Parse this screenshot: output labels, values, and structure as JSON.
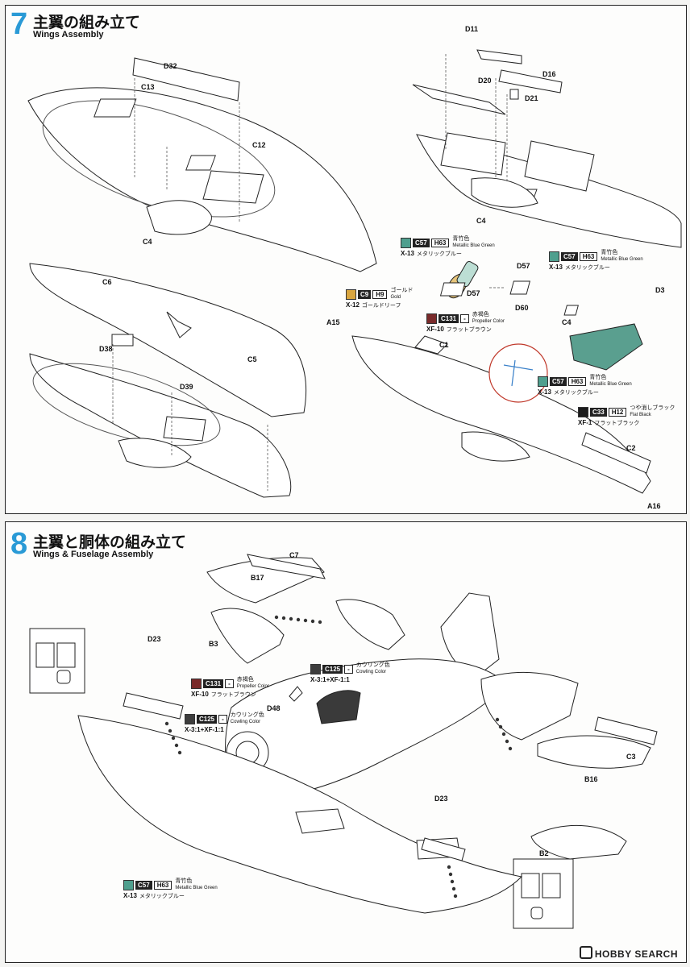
{
  "colors": {
    "accent": "#2a9ad6",
    "blue_green": "#4f9f8e",
    "gold": "#d9a640",
    "propeller": "#7a2b2b",
    "cowling": "#3d3d3d",
    "flat_black": "#1b1b1b"
  },
  "step7": {
    "number": "7",
    "title_jp": "主翼の組み立て",
    "title_en": "Wings Assembly",
    "parts": [
      "D32",
      "C13",
      "C12",
      "C4",
      "C6",
      "C5",
      "D38",
      "D39",
      "D11",
      "D20",
      "D16",
      "D21",
      "C4",
      "D57",
      "D57",
      "D60",
      "D3",
      "C4",
      "A15",
      "C1",
      "C2",
      "A16"
    ],
    "paints": [
      {
        "code": "C57",
        "code2": "H63",
        "jp": "青竹色",
        "en": "Metallic Blue Green",
        "mix": "X-13",
        "mixname": "メタリックブルー",
        "color_key": "blue_green"
      },
      {
        "code": "C57",
        "code2": "H63",
        "jp": "青竹色",
        "en": "Metallic Blue Green",
        "mix": "X-13",
        "mixname": "メタリックブルー",
        "color_key": "blue_green"
      },
      {
        "code": "C9",
        "code2": "H9",
        "jp": "ゴールド",
        "en": "Gold",
        "mix": "X-12",
        "mixname": "ゴールドリーフ",
        "color_key": "gold"
      },
      {
        "code": "C131",
        "code2": "-",
        "jp": "赤褐色",
        "en": "Propeller Color",
        "mix": "XF-10",
        "mixname": "フラットブラウン",
        "color_key": "propeller"
      },
      {
        "code": "C57",
        "code2": "H63",
        "jp": "青竹色",
        "en": "Metallic Blue Green",
        "mix": "X-13",
        "mixname": "メタリックブルー",
        "color_key": "blue_green"
      },
      {
        "code": "C33",
        "code2": "H12",
        "jp": "つや消しブラック",
        "en": "Flat Black",
        "mix": "XF-1",
        "mixname": "フラットブラック",
        "color_key": "flat_black"
      }
    ]
  },
  "step8": {
    "number": "8",
    "title_jp": "主翼と胴体の組み立て",
    "title_en": "Wings & Fuselage Assembly",
    "parts": [
      "C7",
      "B17",
      "B3",
      "D23",
      "D48",
      "C3",
      "B16",
      "D23",
      "B2"
    ],
    "paints": [
      {
        "code": "C131",
        "code2": "-",
        "jp": "赤褐色",
        "en": "Propeller Color",
        "mix": "XF-10",
        "mixname": "フラットブラウン",
        "color_key": "propeller"
      },
      {
        "code": "C125",
        "code2": "-",
        "jp": "カウリング色",
        "en": "Cowling Color",
        "mix": "X-3:1+XF-1:1",
        "mixname": "",
        "color_key": "cowling"
      },
      {
        "code": "C125",
        "code2": "-",
        "jp": "カウリング色",
        "en": "Cowling Color",
        "mix": "X-3:1+XF-1:1",
        "mixname": "",
        "color_key": "cowling"
      },
      {
        "code": "C57",
        "code2": "H63",
        "jp": "青竹色",
        "en": "Metallic Blue Green",
        "mix": "X-13",
        "mixname": "メタリックブルー",
        "color_key": "blue_green"
      }
    ]
  },
  "footer": {
    "logo": "HOBBY SEARCH"
  }
}
